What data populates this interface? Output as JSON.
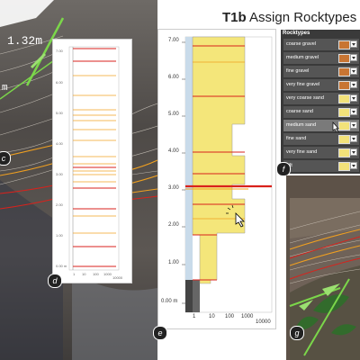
{
  "figure": {
    "title_bold": "T1b",
    "title_rest": " Assign Rocktypes"
  },
  "annotations": {
    "measurement": "1.32m",
    "partial_label": "m",
    "callout_c": "c"
  },
  "panel_d": {
    "label": "d",
    "y_ticks": [
      "7.00",
      "6.00",
      "5.00",
      "4.00",
      "3.00",
      "2.00",
      "1.00",
      "0.00 m"
    ],
    "x_ticks": [
      "1",
      "10",
      "100",
      "1000",
      "10000"
    ]
  },
  "panel_e": {
    "label": "e",
    "y_ticks": [
      "7.00",
      "6.00",
      "5.00",
      "4.00",
      "3.00",
      "2.00",
      "1.00",
      "0.00 m"
    ],
    "x_ticks": [
      "1",
      "10",
      "100",
      "1000",
      "10000"
    ]
  },
  "panel_f": {
    "label": "f",
    "header": "Rocktypes",
    "rows": [
      {
        "label": "coarse gravel",
        "color": "#c87533"
      },
      {
        "label": "medium gravel",
        "color": "#c87533"
      },
      {
        "label": "fine gravel",
        "color": "#c87533"
      },
      {
        "label": "very fine gravel",
        "color": "#c87533"
      },
      {
        "label": "very coarse sand",
        "color": "#f2e27a"
      },
      {
        "label": "coarse sand",
        "color": "#f2e27a"
      },
      {
        "label": "medium sand",
        "color": "#f2e27a"
      },
      {
        "label": "fine sand",
        "color": "#f2e27a"
      },
      {
        "label": "very fine sand",
        "color": "#f2e27a"
      },
      {
        "label": "silt",
        "color": "#f2e27a"
      }
    ],
    "selected_row": "medium sand"
  },
  "panel_g": {
    "label": "g"
  },
  "colors": {
    "column_fill": "#f4e67a",
    "red_line": "#d9221c",
    "orange_line": "#f0a020",
    "green_line": "#7bd64a",
    "bedrock": "#444444",
    "water": "#c9dbea"
  }
}
